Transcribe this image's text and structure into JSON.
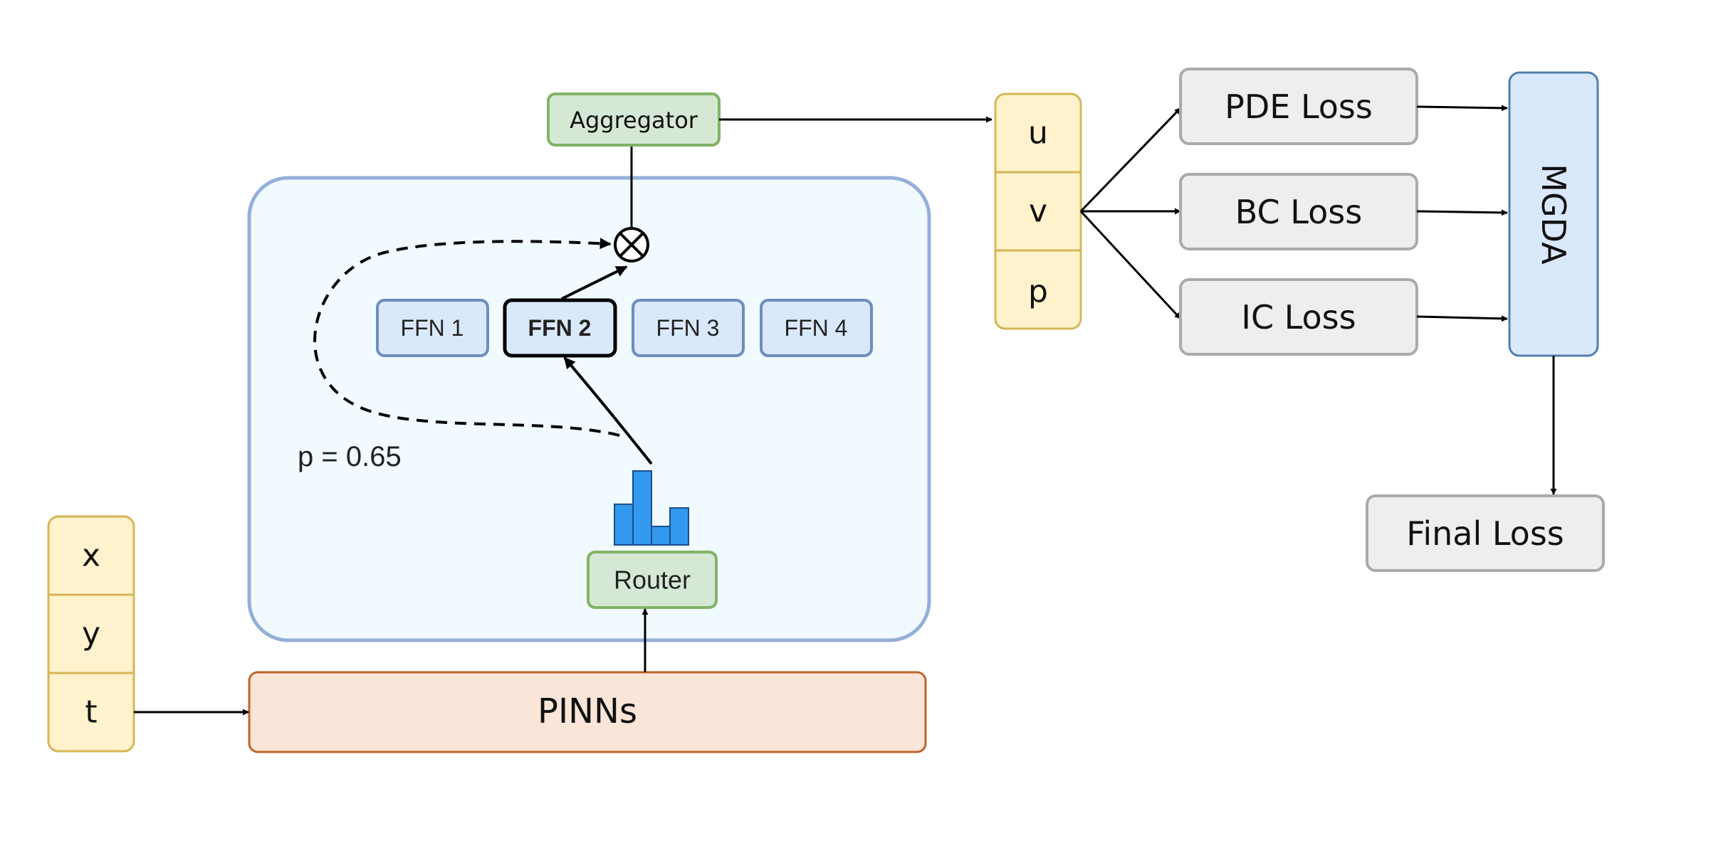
{
  "inputs": [
    "x",
    "y",
    "t"
  ],
  "outputs": [
    "u",
    "v",
    "p"
  ],
  "pinns_label": "PINNs",
  "moe": {
    "experts": [
      "FFN 1",
      "FFN 2",
      "FFN 3",
      "FFN 4"
    ],
    "selected_expert": "FFN 2",
    "router_label": "Router",
    "aggregator_label": "Aggregator",
    "probability_label": "p = 0.65",
    "router_histogram": [
      0.55,
      1.0,
      0.25,
      0.5
    ]
  },
  "losses": [
    "PDE Loss",
    "BC Loss",
    "IC Loss"
  ],
  "mgda_label": "MGDA",
  "final_loss_label": "Final Loss",
  "colors": {
    "yellow_fill": "#fff2cc",
    "yellow_stroke": "#d6b656",
    "green_fill": "#d5e8d4",
    "green_stroke": "#82b366",
    "blue_fill": "#dae8fc",
    "blue_stroke": "#6c8ebf",
    "orange_fill": "#fae5d8",
    "orange_stroke": "#c0642a",
    "gray_fill": "#eeeeee",
    "gray_stroke": "#aaaaaa",
    "panel_fill": "#f0faff",
    "panel_stroke": "#94afd9",
    "bar_fill": "#3399ee"
  }
}
